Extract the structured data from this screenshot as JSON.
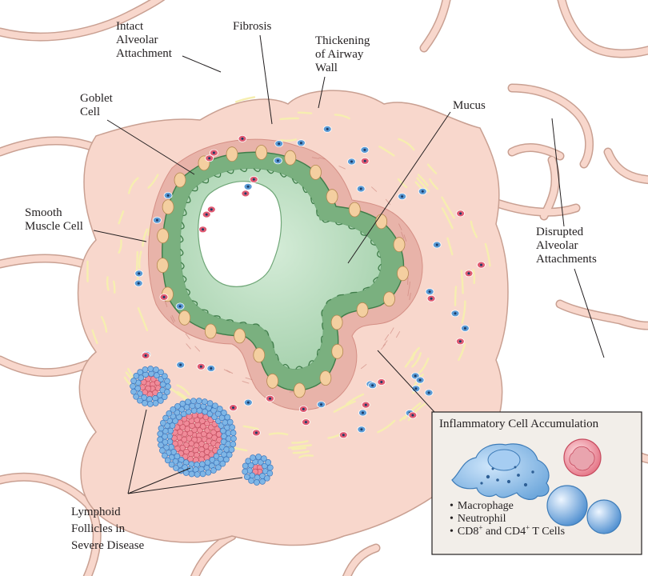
{
  "labels": {
    "intact_alveolar_attachment": "Intact\nAlveolar\nAttachment",
    "fibrosis": "Fibrosis",
    "thickening_of_airway_wall": "Thickening\nof Airway\nWall",
    "goblet_cell": "Goblet\nCell",
    "mucus": "Mucus",
    "smooth_muscle_cell": "Smooth\nMuscle Cell",
    "disrupted_alveolar_attachments": "Disrupted\nAlveolar\nAttachments",
    "lymphoid_follicles": "Lymphoid\nFollicles in\nSevere Disease"
  },
  "inset": {
    "title": "Inflammatory Cell Accumulation",
    "legend": {
      "macrophage": "Macrophage",
      "neutrophil": "Neutrophil",
      "t_cells_prefix": "CD8",
      "t_cells_sup1": "+",
      "t_cells_mid": " and CD4",
      "t_cells_sup2": "+",
      "t_cells_suffix": " T Cells"
    }
  },
  "colors": {
    "tissue": "#f8d7cc",
    "tissue_stroke": "#c9a092",
    "epithelium": "#7ab07f",
    "mucus": "#bfe0c4",
    "goblet": "#f4cfa0",
    "muscle": "#e8b3a9",
    "fibrosis": "#f6eeb0",
    "t_cell": "#5b9bd5",
    "neutrophil": "#e05a72",
    "follicle_outer": "#7fb6e6",
    "follicle_inner": "#f08b99",
    "inset_bg": "#f2eee9"
  }
}
